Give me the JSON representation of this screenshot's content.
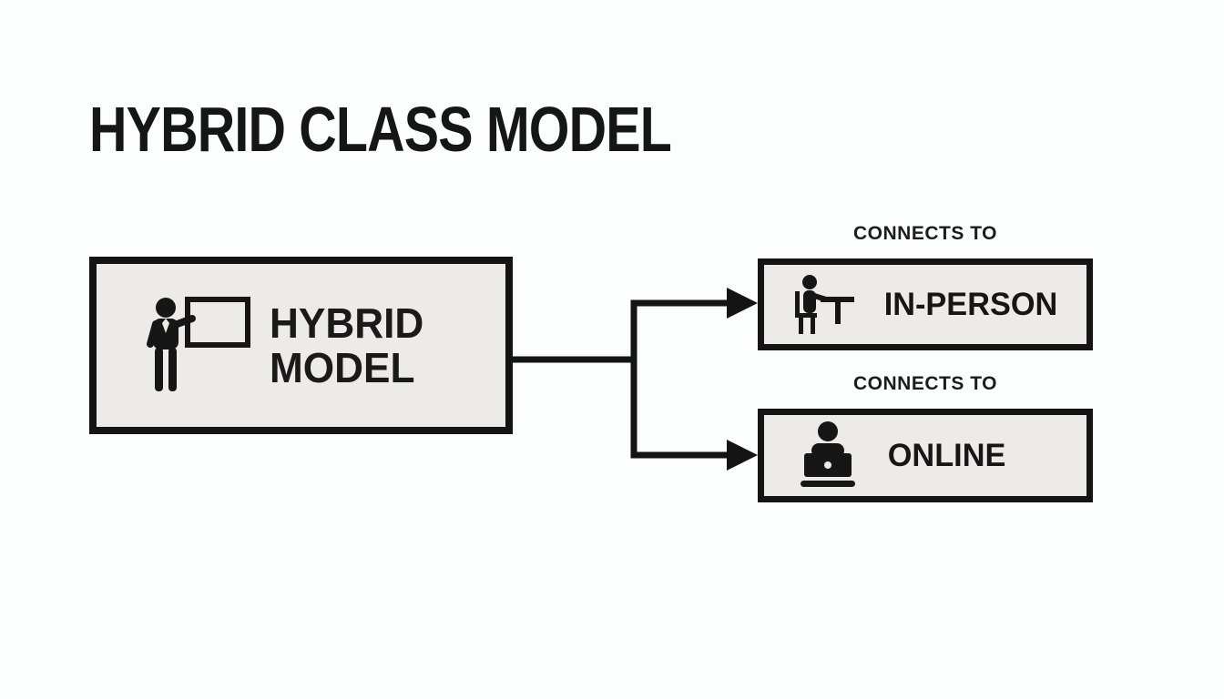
{
  "page": {
    "title": "HYBRID CLASS MODEL",
    "background_color": "#fcfdfd"
  },
  "diagram": {
    "colors": {
      "node_fill": "#ecebe8",
      "node_border": "#141414",
      "connector": "#141414",
      "text": "#1a1a1a"
    },
    "main_node": {
      "label": "HYBRID MODEL",
      "icon": "teacher-presenting-icon"
    },
    "connections": [
      {
        "label": "CONNECTS TO",
        "target": {
          "label": "IN-PERSON",
          "icon": "person-at-desk-icon"
        }
      },
      {
        "label": "CONNECTS TO",
        "target": {
          "label": "ONLINE",
          "icon": "person-at-laptop-icon"
        }
      }
    ]
  }
}
